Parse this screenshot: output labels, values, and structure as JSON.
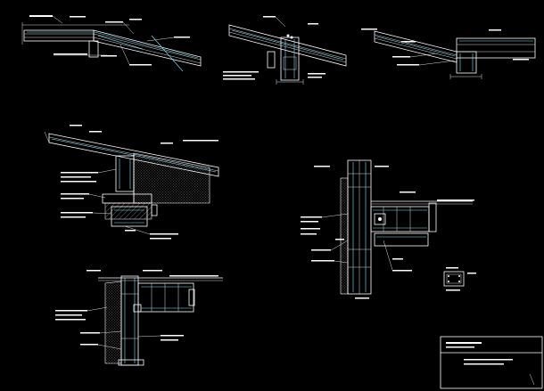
{
  "drawing": {
    "background": "#000000",
    "line_color": "#ffffff",
    "accent_color": "#7fe6ff",
    "details": [
      {
        "id": "detail-1",
        "kind": "sloped-roof-section"
      },
      {
        "id": "detail-2",
        "kind": "roof-beam-column-joint"
      },
      {
        "id": "detail-3",
        "kind": "roof-valley-beam"
      },
      {
        "id": "detail-4",
        "kind": "eave-wall-section"
      },
      {
        "id": "detail-5",
        "kind": "beam-column-connection"
      },
      {
        "id": "detail-6",
        "kind": "wall-beam-junction"
      }
    ]
  },
  "title_block": {
    "visible": true
  }
}
